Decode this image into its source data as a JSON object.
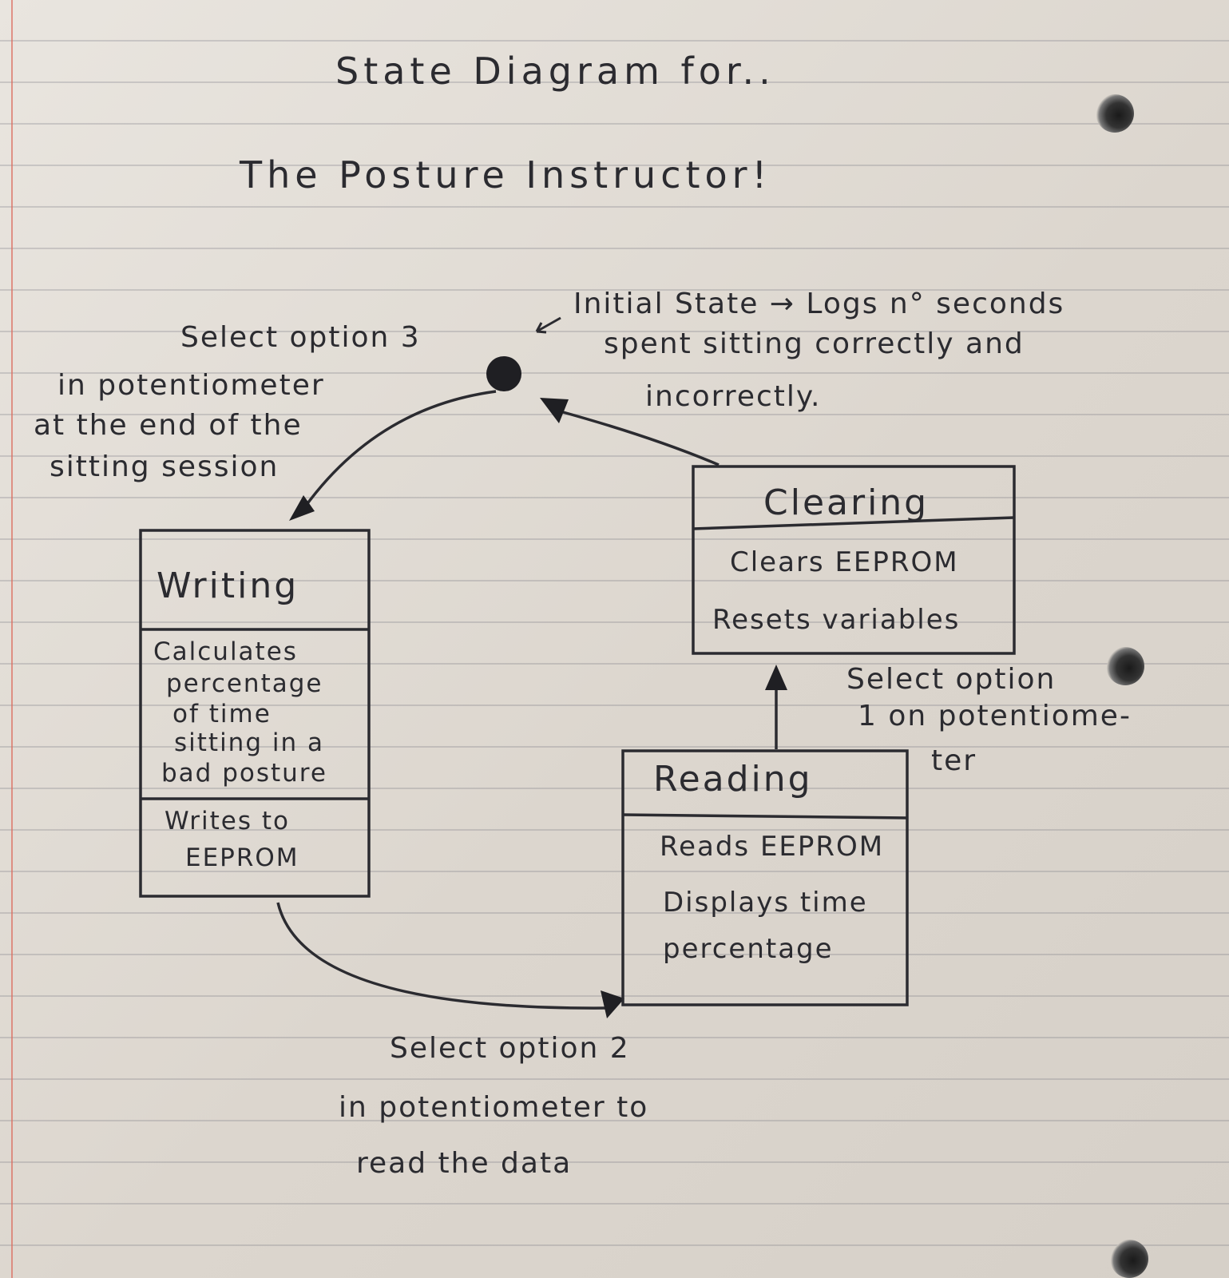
{
  "title": {
    "line1": "State Diagram for..",
    "line2": "The Posture Instructor!"
  },
  "initial_state_note": {
    "line1": "Initial State → Logs n° seconds",
    "line2": "spent sitting correctly and",
    "line3": "incorrectly."
  },
  "transitions": {
    "to_writing": {
      "line1": "Select option 3",
      "line2": "in potentiometer",
      "line3": "at the end of the",
      "line4": "sitting session"
    },
    "to_reading": {
      "line1": "Select option 2",
      "line2": "in potentiometer to",
      "line3": "read the data"
    },
    "to_clearing": {
      "line1": "Select option",
      "line2": "1 on potentiome-",
      "line3": "ter"
    }
  },
  "states": {
    "writing": {
      "name": "Writing",
      "action1": {
        "line1": "Calculates",
        "line2": "percentage",
        "line3": "of time",
        "line4": "sitting in a",
        "line5": "bad posture"
      },
      "action2": {
        "line1": "Writes to",
        "line2": "EEPROM"
      }
    },
    "clearing": {
      "name": "Clearing",
      "action1": "Clears EEPROM",
      "action2": "Resets variables"
    },
    "reading": {
      "name": "Reading",
      "action1": "Reads EEPROM",
      "action2": "Displays time",
      "action3": "percentage"
    }
  },
  "colors": {
    "ink": "#2b2b30",
    "paper": "#e2ddd6",
    "margin_line": "#dc6e5f"
  }
}
